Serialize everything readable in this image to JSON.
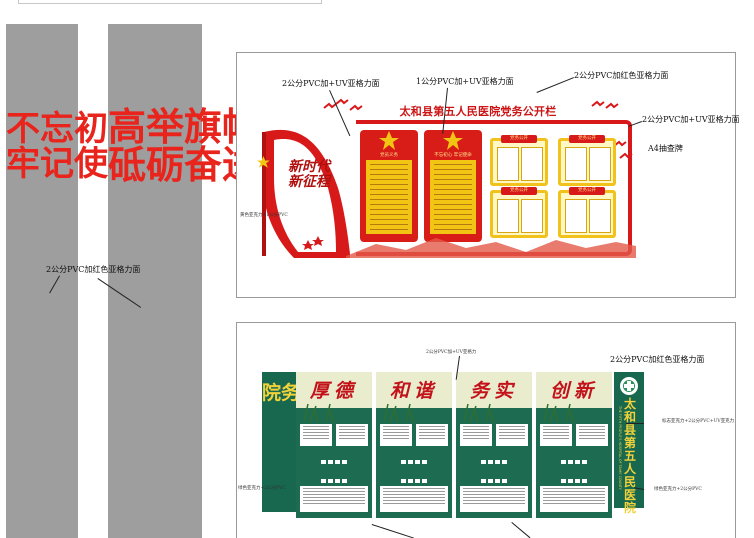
{
  "left_banners": [
    {
      "text": "不忘初心\n牢记使命",
      "color": "#e8241c",
      "background": "#9e9e9e"
    },
    {
      "text": "高举旗帜\n砥砺奋进",
      "color": "#e8241c",
      "background": "#9e9e9e"
    }
  ],
  "banner_annotation": "2公分PVC加红色亚格力面",
  "top_board": {
    "title": "太和县第五人民医院党务公开栏",
    "flag_text": "新时代\n新征程",
    "panel_labels": [
      "党员义务",
      "不忘初心 牢记使命"
    ],
    "box_labels": [
      "党务公开",
      "党务公开",
      "党务公开",
      "党务公开"
    ],
    "notes": {
      "n1": "2公分PVC加+UV亚格力面",
      "n2": "1公分PVC加+UV亚格力面",
      "n3": "2公分PVC加红色亚格力面",
      "n4": "2公分PVC加+UV亚格力面",
      "n5": "A4抽查牌",
      "n6": "黄色亚克力+1公分PVC"
    },
    "colors": {
      "red": "#d8191a",
      "yellow": "#f0c21b"
    }
  },
  "bottom_board": {
    "side_title": "院务公开栏",
    "card_words": [
      "厚德",
      "和谐",
      "务实",
      "创新"
    ],
    "right_title": "太和县第五人民医院",
    "right_english": "THE FIFTH PEOPLE'S HOSPITAL OF TAIHE COUNTY",
    "notes": {
      "n1": "2公分PVC加+UV亚格力",
      "n2": "2公分PVC加红色亚格力面",
      "n3": "绿色亚克力+2公分PVC",
      "n4": "标志亚克力+2公分PVC+UV亚克力",
      "n5": "绿色亚克力+2公分PVC"
    },
    "colors": {
      "green": "#17684f",
      "cream": "#e9edce",
      "gold": "#f2d23a"
    }
  }
}
